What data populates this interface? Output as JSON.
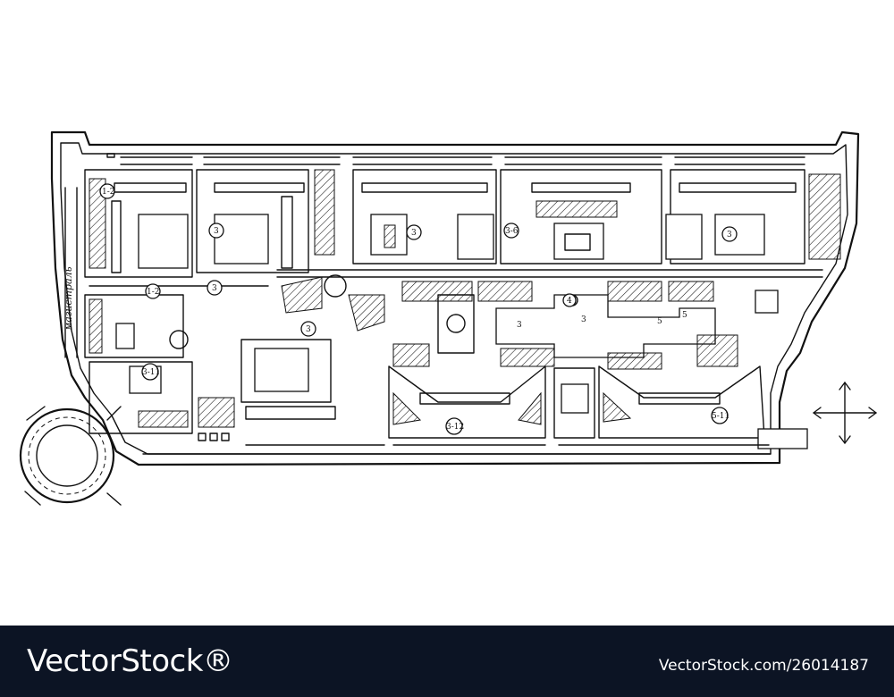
{
  "map": {
    "street_label": "магистраль",
    "block_labels": [
      "1-2",
      "3",
      "3",
      "3",
      "3",
      "3",
      "4",
      "3",
      "3",
      "5",
      "5",
      "3-12",
      "3-11",
      "5-11",
      "1-2",
      "3-6"
    ],
    "colors": {
      "ink": "#111111",
      "paper": "#ffffff"
    }
  },
  "compass": {
    "icon": "compass-arrows-icon"
  },
  "watermark": {
    "brand": "VectorStock",
    "credit": "VectorStock.com/26014187",
    "background": "#0c1424"
  }
}
